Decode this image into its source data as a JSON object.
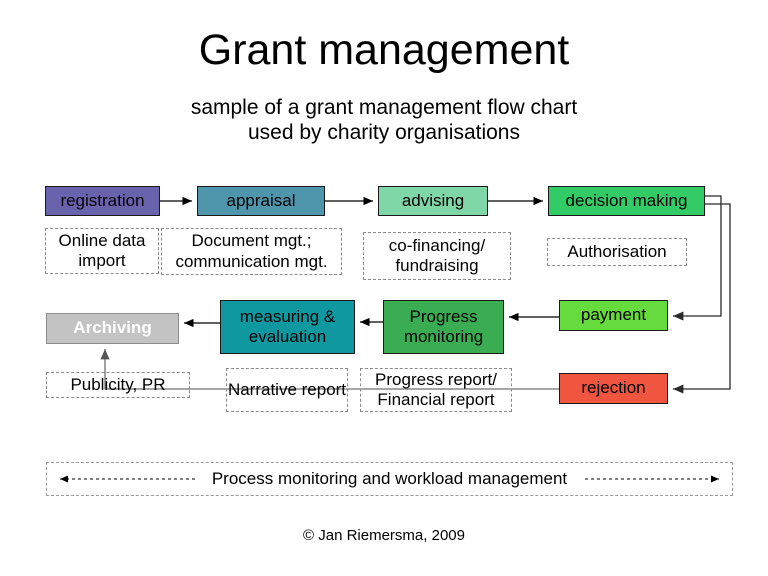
{
  "slide": {
    "title": "Grant management",
    "subtitle_line1": "sample of a grant management flow chart",
    "subtitle_line2": "used by charity organisations",
    "footer": "© Jan Riemersma, 2009"
  },
  "boxes": {
    "registration": {
      "label": "registration",
      "color": "#6963AE"
    },
    "appraisal": {
      "label": "appraisal",
      "color": "#4F96AD"
    },
    "advising": {
      "label": "advising",
      "color": "#7FD6A6"
    },
    "decision_making": {
      "label": "decision making",
      "color": "#33CB65"
    },
    "archiving": {
      "label": "Archiving",
      "color": "#C3C3C3"
    },
    "measuring_evaluation": {
      "label": "measuring & evaluation",
      "color": "#0F98A0"
    },
    "progress_monitoring": {
      "label": "Progress monitoring",
      "color": "#3AAD52"
    },
    "payment": {
      "label": "payment",
      "color": "#66DB3D"
    },
    "rejection": {
      "label": "rejection",
      "color": "#F05540"
    }
  },
  "notes": {
    "online_data": "Online data import",
    "document_mgt": "Document mgt.; communication mgt.",
    "co_financing": "co-financing/ fundraising",
    "authorisation": "Authorisation",
    "publicity": "Publicity, PR",
    "narrative_report": "Narrative report",
    "progress_report": "Progress report/ Financial report"
  },
  "bottom_band": {
    "label": "Process monitoring and workload management"
  },
  "line_colors": {
    "main": "#000000",
    "branch": "#404040",
    "feedback": "#707070"
  }
}
